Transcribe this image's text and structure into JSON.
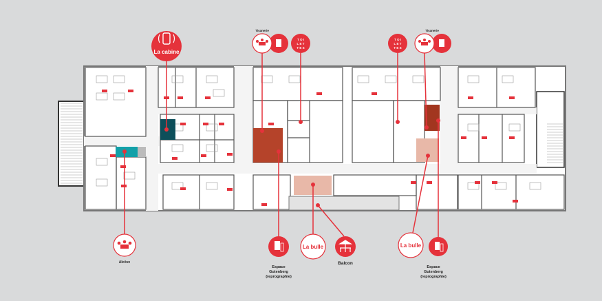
{
  "colors": {
    "accent": "#e5323b",
    "background": "#d9dadb",
    "cabine": "#0d4f5a",
    "alcove": "#12a0a8",
    "reprographie": "#b5432a",
    "bulle": "#e8b8a8"
  },
  "callouts": {
    "cabine": {
      "label": "La cabine",
      "icon": "phone-icon"
    },
    "tisanerie_left": {
      "label": "Tisanerie",
      "icons": [
        "meeting-icon",
        "cup-icon"
      ]
    },
    "toilettes_left": {
      "lines": [
        "T O I",
        "L E T",
        "T E S"
      ]
    },
    "toilettes_right": {
      "lines": [
        "T O I",
        "L E T",
        "T E S"
      ]
    },
    "tisanerie_right": {
      "label": "Tisanerie",
      "icons": [
        "meeting-icon",
        "cup-icon"
      ]
    },
    "alcove": {
      "label": "Alcôve",
      "icon": "meeting-icon"
    },
    "gutenberg_left": {
      "lines": [
        "Espace",
        "Gutenberg",
        "(reprographie)"
      ],
      "icon": "copier-icon"
    },
    "bulle_left": {
      "label": "La bulle"
    },
    "balcon": {
      "label": "Balcon",
      "icon": "parasol-table-icon"
    },
    "bulle_right": {
      "label": "La bulle"
    },
    "gutenberg_right": {
      "lines": [
        "Espace",
        "Gutenberg",
        "(reprographie)"
      ],
      "icon": "copier-icon"
    }
  }
}
